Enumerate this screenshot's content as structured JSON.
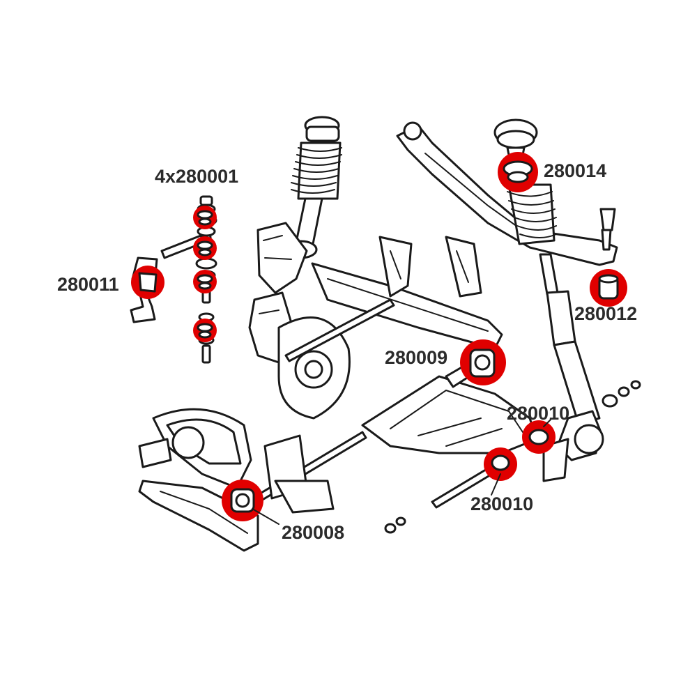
{
  "diagram": {
    "highlight_color": "#e00000",
    "line_color": "#1a1a1a"
  },
  "labels": {
    "l280001": "4x280001",
    "l280011": "280011",
    "l280014": "280014",
    "l280012": "280012",
    "l280009": "280009",
    "l280010a": "280010",
    "l280010b": "280010",
    "l280008": "280008"
  }
}
